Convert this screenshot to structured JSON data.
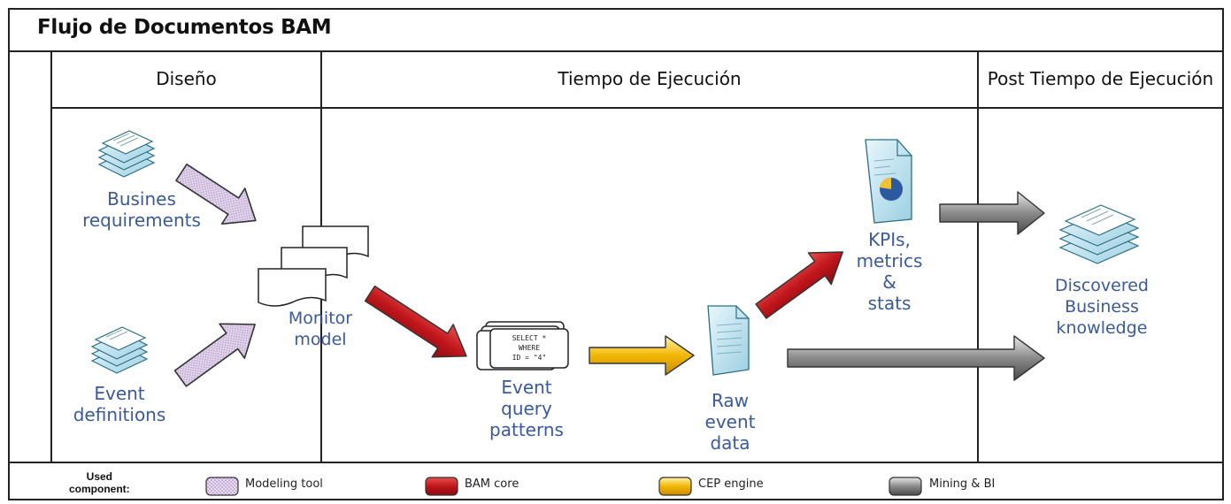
{
  "title": "Flujo de Documentos BAM",
  "lanes": [
    {
      "label": "Diseño"
    },
    {
      "label": "Tiempo de Ejecución"
    },
    {
      "label": "Post Tiempo de Ejecución"
    }
  ],
  "nodes": {
    "business_requirements": [
      "Busines",
      "requirements"
    ],
    "event_definitions": [
      "Event",
      "definitions"
    ],
    "monitor_model": [
      "Monitor",
      "model"
    ],
    "event_query_patterns": [
      "Event",
      "query",
      "patterns"
    ],
    "sql_text": [
      "SELECT *",
      "WHERE",
      "ID = \"4\""
    ],
    "raw_event_data": [
      "Raw",
      "event",
      "data"
    ],
    "kpis": [
      "KPIs,",
      "metrics",
      "&",
      "stats"
    ],
    "discovered": [
      "Discovered",
      "Business",
      "knowledge"
    ]
  },
  "legend": {
    "title": [
      "Used",
      "component:"
    ],
    "items": [
      {
        "label": "Modeling tool",
        "color": "#d9c7e6"
      },
      {
        "label": "BAM core",
        "color": "#c0161c"
      },
      {
        "label": "CEP engine",
        "color": "#f2b705"
      },
      {
        "label": "Mining & BI",
        "color": "#8a8a8a"
      }
    ]
  },
  "colors": {
    "modeling": "#d9c7e6",
    "bam": "#c0161c",
    "cep": "#f2b705",
    "mining": "#8a8a8a",
    "doc": "#bfe3f0",
    "label": "#3a5a9a"
  }
}
